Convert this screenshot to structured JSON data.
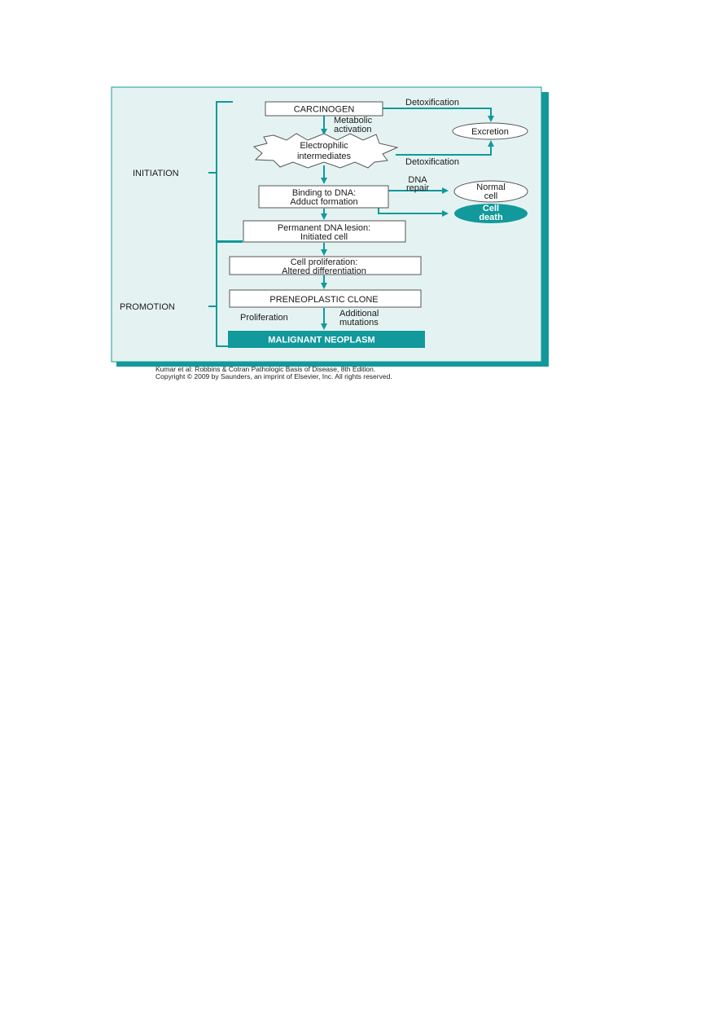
{
  "phases": {
    "initiation": "INITIATION",
    "promotion": "PROMOTION"
  },
  "nodes": {
    "carcinogen": "CARCINOGEN",
    "electrophilic": [
      "Electrophilic",
      "intermediates"
    ],
    "binding": [
      "Binding to DNA:",
      "Adduct formation"
    ],
    "permanent": [
      "Permanent DNA lesion:",
      "Initiated cell"
    ],
    "proliferation_box": [
      "Cell proliferation:",
      "Altered differentiation"
    ],
    "preneoplastic": "PRENEOPLASTIC CLONE",
    "malignant": "MALIGNANT NEOPLASM",
    "excretion": "Excretion",
    "normal_cell": [
      "Normal",
      "cell"
    ],
    "cell_death": [
      "Cell",
      "death"
    ]
  },
  "edge_labels": {
    "detox_top": "Detoxification",
    "detox_bottom": "Detoxification",
    "metabolic": [
      "Metabolic",
      "activation"
    ],
    "dna_repair": [
      "DNA",
      "repair"
    ],
    "proliferation": "Proliferation",
    "additional": [
      "Additional",
      "mutations"
    ]
  },
  "credit": {
    "line1": "Kumar et al: Robbins & Cotran Pathologic Basis of Disease, 8th Edition.",
    "line2": "Copyright © 2009 by Saunders, an imprint of Elsevier, Inc. All rights reserved."
  },
  "colors": {
    "teal": "#12999b",
    "panel": "#e4f3f2",
    "shadow": "#12999b"
  }
}
